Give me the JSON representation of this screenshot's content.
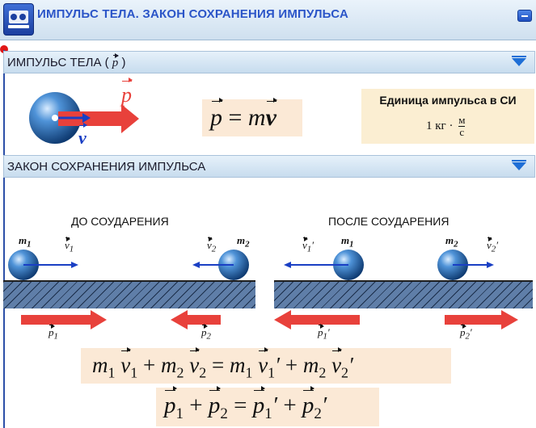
{
  "window": {
    "title": "ИМПУЛЬС ТЕЛА. ЗАКОН СОХРАНЕНИЯ ИМПУЛЬСА",
    "icons": {
      "app": "app-icon",
      "minimize": "minimize-icon"
    }
  },
  "section1": {
    "title": "ИМПУЛЬС ТЕЛА ( ",
    "title_symbol": "p",
    "title_end": " )",
    "icon": "chevron-down-icon"
  },
  "figure1": {
    "p_label": "p",
    "v_label": "v"
  },
  "formula1": {
    "lhs": "p",
    "eq": " = ",
    "m": "m",
    "v": "v"
  },
  "unit_box": {
    "title": "Единица импульса в СИ",
    "prefix": "1 кг ·",
    "numerator": "м",
    "denominator": "с"
  },
  "section2": {
    "title": "ЗАКОН СОХРАНЕНИЯ ИМПУЛЬСА",
    "icon": "chevron-down-icon"
  },
  "before": {
    "caption": "ДО СОУДАРЕНИЯ",
    "m1": "m",
    "m1_sub": "1",
    "m2": "m",
    "m2_sub": "2",
    "v1": "v",
    "v1_sub": "1",
    "v2": "v",
    "v2_sub": "2",
    "p1": "p",
    "p1_sub": "1",
    "p2": "p",
    "p2_sub": "2"
  },
  "after": {
    "caption": "ПОСЛЕ СОУДАРЕНИЯ",
    "m1": "m",
    "m1_sub": "1",
    "m2": "m",
    "m2_sub": "2",
    "v1": "v",
    "v1_sub": "1",
    "v1_prime": "′",
    "v2": "v",
    "v2_sub": "2",
    "v2_prime": "′",
    "p1": "p",
    "p1_sub": "1",
    "p1_prime": "′",
    "p2": "p",
    "p2_sub": "2",
    "p2_prime": "′"
  },
  "equation1": {
    "m1": "m",
    "s1": "1",
    "v1": "v",
    "s1b": "1",
    "plus1": " + ",
    "m2": "m",
    "s2": "2",
    "v2": "v",
    "s2b": "2",
    "eq": " = ",
    "m3": "m",
    "s3": "1",
    "v3": "v",
    "s3b": "1",
    "pr3": "′",
    "plus2": " + ",
    "m4": "m",
    "s4": "2",
    "v4": "v",
    "s4b": "2",
    "pr4": "′"
  },
  "equation2": {
    "p1": "p",
    "s1": "1",
    "plus1": " + ",
    "p2": "p",
    "s2": "2",
    "eq": " = ",
    "p3": "p",
    "s3": "1",
    "pr3": "′",
    "plus2": " + ",
    "p4": "p",
    "s4": "2",
    "pr4": "′"
  },
  "colors": {
    "ball": "#2e6fb5",
    "velocity": "#1a3fc4",
    "momentum": "#e8413b",
    "accent": "#2b55c8"
  }
}
